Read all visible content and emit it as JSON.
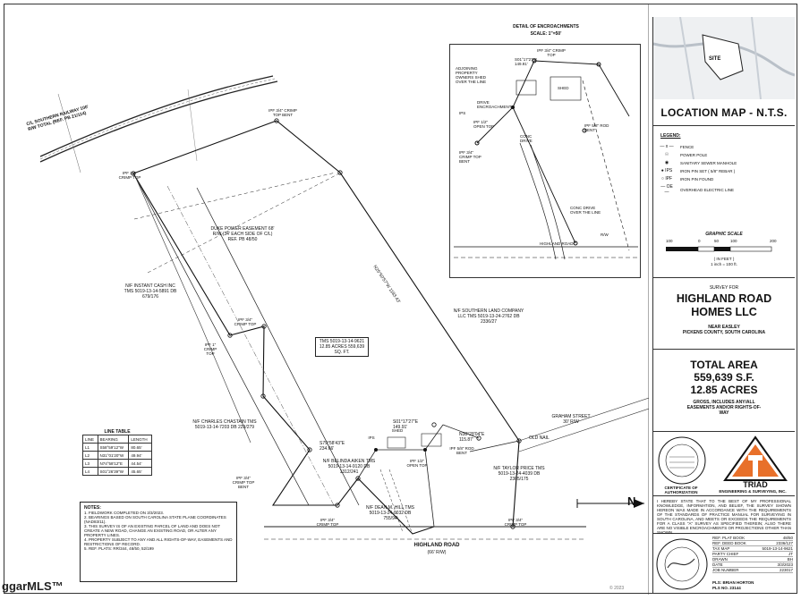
{
  "inset": {
    "title": "DETAIL OF ENCROACHMENTS",
    "scale": "SCALE: 1\"=50'",
    "labels": [
      "IPF 3/4\" CRIMP TOP",
      "S01°17'27\"E 149.91'",
      "ADJOINING PROPERTY OWNERS SHED OVER THE LINE",
      "SHED",
      "DRIVE ENCROACHMENT",
      "IPS",
      "IPF 1/2\" OPEN TOP",
      "IPF 5/8\" ROD BENT",
      "CONC DRIVE",
      "IPF 3/4\" CRIMP TOP BENT",
      "CONC DRIVE OVER THE LINE",
      "R/W",
      "HIGHLAND ROAD"
    ]
  },
  "location_map": {
    "site_label": "SITE",
    "title": "LOCATION MAP - N.T.S."
  },
  "legend": {
    "title": "LEGEND:",
    "items": [
      {
        "sym": "— x —",
        "label": "FENCE"
      },
      {
        "sym": "☉",
        "label": "POWER POLE"
      },
      {
        "sym": "◉",
        "label": "SANITARY SEWER MANHOLE"
      },
      {
        "sym": "● IPS",
        "label": "IRON PIN SET ( 5/8\" REBAR )"
      },
      {
        "sym": "○ IPF",
        "label": "IRON PIN FOUND"
      },
      {
        "sym": "— OE —",
        "label": "OVERHEAD ELECTRIC LINE"
      }
    ],
    "graphic_scale": "GRAPHIC SCALE",
    "scale_ticks": [
      "100",
      "0",
      "50",
      "100",
      "200"
    ],
    "scale_unit": "( IN FEET )",
    "scale_note": "1 inch = 100 ft."
  },
  "survey": {
    "for_label": "SURVEY FOR",
    "client": "HIGHLAND ROAD HOMES LLC",
    "near": "NEAR EASLEY",
    "county": "PICKENS COUNTY, SOUTH CAROLINA"
  },
  "area": {
    "title": "TOTAL AREA",
    "sf": "559,639 S.F.",
    "acres": "12.85 ACRES",
    "note": "GROSS, INCLUDES ANY/ALL EASEMENTS AND/OR RIGHTS-OF-WAY"
  },
  "firm": {
    "name": "TRIAD",
    "tagline": "ENGINEERING & SURVEYING, INC.",
    "cert_label": "CERTIFICATE OF AUTHORIZATION",
    "certification": "I HEREBY STATE THAT TO THE BEST OF MY PROFESSIONAL KNOWLEDGE, INFORMATION, AND BELIEF, THE SURVEY SHOWN HEREON WAS MADE IN ACCORDANCE WITH THE REQUIREMENTS OF THE STANDARDS OF PRACTICE MANUAL FOR SURVEYING IN SOUTH CAROLINA, AND MEETS OR EXCEEDS THE REQUIREMENTS FOR A CLASS \"A\" SURVEY AS SPECIFIED THEREIN; ALSO THERE ARE NO VISIBLE ENCROACHMENTS OR PROJECTIONS OTHER THAN SHOWN."
  },
  "info_table": [
    {
      "k": "REF. PLAT BOOK",
      "v": "48/50"
    },
    {
      "k": "REF. DEED BOOK",
      "v": "2336/127"
    },
    {
      "k": "TAX MAP",
      "v": "5019-13-14-9621"
    },
    {
      "k": "PARTY CHIEF",
      "v": "JT"
    },
    {
      "k": "DRAWN",
      "v": "BH"
    },
    {
      "k": "DATE",
      "v": "3/3/2023"
    },
    {
      "k": "JOB NUMBER",
      "v": "223017"
    }
  ],
  "pls": {
    "name": "PLS: BRIAN HORTON",
    "number": "PLS NO. 23144"
  },
  "main_labels": {
    "railway": "C/L SOUTHERN RAILWAY 100' R/W TOTAL (REF. PB 21/114)",
    "duke": "DUKE POWER EASEMENT 68' R/W (34' EACH SIDE OF C/L) REF. PB 48/50",
    "instant_cash": "N/F INSTANT CASH INC TMS 5019-13-14-5891 DB 679/176",
    "southern_land": "N/F SOUTHERN LAND COMPANY LLC TMS 5019-13-24-2762 DB 2336/27",
    "subject": "TMS 5019-13-14-9621 12.85 ACRES 559,639 SQ. FT.",
    "chastain": "N/F CHARLES CHASTAIN TMS 5019-13-14-7203 DB 229/279",
    "aiken": "N/F BELINDA AIKEN TMS 5019-13-14-9120 DB 1312/241",
    "taylor": "N/F TAYLOR PRICE TMS 5019-13-24-4039 DB 2305/175",
    "hill": "N/F DEAN M. HILL TMS 5019-13-24-0032 DB 755/94",
    "graham": "GRAHAM STREET 30' R/W",
    "highland": "HIGHLAND ROAD",
    "highland_rw": "(66' R/W)",
    "old_nail": "OLD NAIL",
    "north": "N",
    "long_line": "N25°50'57\"W 1183.43'",
    "bearing1": "S01°17'27\"E 149.91'",
    "bearing2": "N38°28'04\"E 115.87'",
    "bearing3": "S79°58'43\"E 234.66'",
    "tick_labels": [
      "IPF 3/4\" CRIMP TOP",
      "IPF 3/4\" CRIMP TOP BENT",
      "IPF 1\" CRIMP TOP",
      "IPF 3/4\" CRIMP TOP",
      "IPF 3/4\" CRIMP TOP",
      "IPF 3/4\" CRIMP TOP BENT",
      "IPF 1/2\" OPEN TOP",
      "IPF 5/8\" ROD BENT",
      "IPF 3/4\" CRIMP TOP",
      "IPS",
      "SHED"
    ]
  },
  "line_table": {
    "title": "LINE TABLE",
    "headers": [
      "LINE",
      "BEARING",
      "LENGTH"
    ],
    "rows": [
      [
        "L1",
        "S58°59'12\"W",
        "80.65'"
      ],
      [
        "L2",
        "N31°01'20\"W",
        "49.94'"
      ],
      [
        "L3",
        "N74°58'12\"E",
        "44.54'"
      ],
      [
        "L4",
        "S01°26'39\"W",
        "45.65'"
      ]
    ]
  },
  "notes": {
    "title": "NOTES:",
    "items": [
      "1. FIELDWORK COMPLETED ON 3/3/2023.",
      "2. BEARINGS BASED ON SOUTH CAROLINA STATE PLANE COORDINATES (NAD83/11).",
      "3. THIS SURVEY IS OF AN EXISTING PARCEL OF LAND AND DOES NOT CREATE A NEW ROAD, CHANGE AN EXISTING ROAD, OR ALTER ANY PROPERTY LINES.",
      "4. PROPERTY SUBJECT TO ANY AND ALL RIGHTS-OF-WAY, EASEMENTS AND RESTRICTIONS OF RECORD.",
      "5. REF. PLATS: RR/344, 48/50, 52/199"
    ]
  },
  "watermark": "© 2023",
  "mls": "ggarMLS™"
}
